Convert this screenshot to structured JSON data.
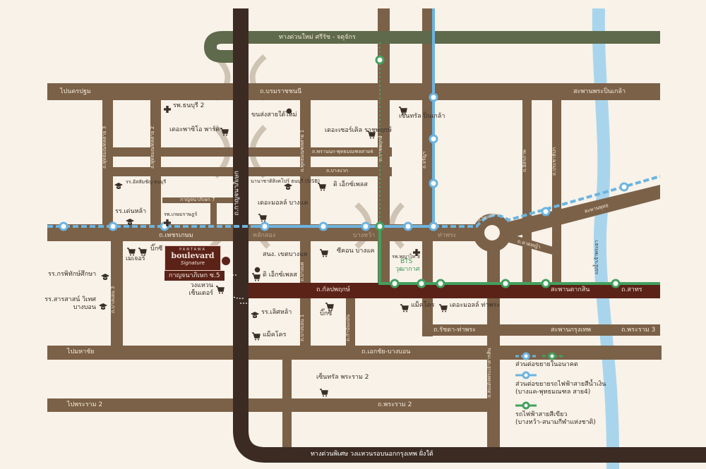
{
  "roads": {
    "expressway_top": "ทางด่วนใหม่ ศรีรัช - จตุจักร",
    "to_nakhon_pathom": "ไปนครปฐม",
    "borommaratchachonnani": "ถ.บรมราชชนนี",
    "pinklao_bridge": "สะพานพระปิ่นเกล้า",
    "phutthamonthon_3": "ถ.พุทธมณฑลสาย 3",
    "phutthamonthon_2": "ถ.พุทธมณฑลสาย 2",
    "phutthamonthon_1": "ถ.พุทธมณฑลสาย 1",
    "kanchanaphisek": "ถ.กาญจนาภิเษก",
    "phrannok": "ถ.พรานนก-พุทธมณฑลสาย4",
    "bang_waek": "ถ.บางแวก",
    "kanchanaphisek_7": "กาญจนาภิเษก 7",
    "phetkasem": "ถ.เพชรเกษม",
    "ratchaphruek_v": "ถ.ราชพฤกษ์",
    "charan": "ถ.จรัญฯ",
    "isaraphap": "ถ.อิสรภาพ",
    "prajadhipok": "ถ.ประชาธิปก",
    "wongwian_yai": "วงเวียนใหญ่",
    "lat_ya": "ถ.ลาดหญ้า",
    "phut_bridge": "สะพานพุทธ",
    "river": "แม่น้ำเจ้าพระยา",
    "bang_khae": "ถ.บางแค",
    "bang_bon_3": "ถ.บางบอน 3",
    "bang_bon_1": "ถ.บางบอน 1",
    "kamnan_maen": "ถ.กำนันแม้น",
    "kanlapaphruek": "ถ.กัลปพฤกษ์",
    "taksin_bridge": "สะพานตากสิน",
    "sathorn": "ถ.สาทร",
    "ratchada_thaphra": "ถ.รัชดา-ท่าพระ",
    "krungthep_bridge": "สะพานกรุงเทพ",
    "rama3": "ถ.พระราม 3",
    "somdet_taksin": "ถ.สมเด็จพระเจ้าตากสิน",
    "to_mahachai": "ไปมหาชัย",
    "ekkachai": "ถ.เอกชัย-บางบอน",
    "to_rama2": "ไปพระราม 2",
    "rama2": "ถ.พระราม 2",
    "outer_ring": "ทางด่วนพิเศษ วงแหวนรอบนอกกรุงเทพ ฝั่งใต้"
  },
  "stations": {
    "lak_song": "หลักสอง",
    "bang_wa": "บางหว้า",
    "tha_phra": "ท่าพระ",
    "bts": "BTS",
    "wutthakat": "วุฒากาศ"
  },
  "places": {
    "thonburi2_hospital": "รพ.ธนบุรี 2",
    "paseo_park": "เดอะพาซิโอ พาร์ค",
    "southern_bus": "ขนส่งสายใต้ใหม่",
    "circle_ratchaphruek": "เดอะเซอร์เคิล ราชพฤกษ์",
    "central_pinklao": "เซ็นทรัล ปิ่นเกล้า",
    "assumption": "รร.อัสสัมชัญ ธนบุรี",
    "denla": "รร.เด่นหล้า",
    "kasemrad": "รพ.เกษมราษฎร์",
    "sisb": "นานาชาติสิงคโปร์ ธนบุรี (SISB)",
    "mall_bangkhae": "เดอะมอลล์ บางแค",
    "express_1": "ดิ เอ็กซ์เพลส",
    "bigc_1": "บิ๊กซี",
    "major": "เมเจอร์",
    "korapit": "รร.กรพิทักษ์ศึกษา",
    "sarasas": "รร.สารสาสน์ วิเทศ บางบอน",
    "wongwaen_center": "วงแหวน เซ็นเตอร์",
    "district_office": "สนง. เขตบางแค",
    "express_2": "ดิ เอ็กซ์เพลส",
    "seacon": "ซีคอน บางแค",
    "phyathai3": "รพ.พญาไท 3",
    "lertla": "รร.เลิศหล้า",
    "makro_1": "แม็คโคร",
    "bigc_2": "บิ๊กซี",
    "makro_2": "แม็คโคร",
    "mall_thaphra": "เดอะมอลล์ ท่าพระ",
    "central_rama2": "เซ็นทรัล พระราม 2"
  },
  "project": {
    "brand_top": "PANTAWA",
    "name": "boulevard",
    "script": "Signature",
    "address": "กาญจนาภิเษก ซ.5"
  },
  "legend": {
    "future": "ส่วนต่อขยายในอนาคต",
    "blue_ext": "ส่วนต่อขยายรถไฟฟ้าสายสีน้ำเงิน",
    "blue_ext_sub": "(บางแค-พุทธมณฑล สาย4)",
    "green": "รถไฟฟ้าสายสีเขียว",
    "green_sub": "(บางหว้า-สนามกีฬาแห่งชาติ)"
  },
  "colors": {
    "background": "#f8f2e9",
    "road": "#7b6148",
    "expressway_dark": "#3b2b23",
    "expressway_top": "#5e6a4b",
    "kanlapaphruek": "#5b2218",
    "blue_line": "#6cb4e0",
    "green_line": "#43a05e",
    "river": "#a9d5ec"
  }
}
